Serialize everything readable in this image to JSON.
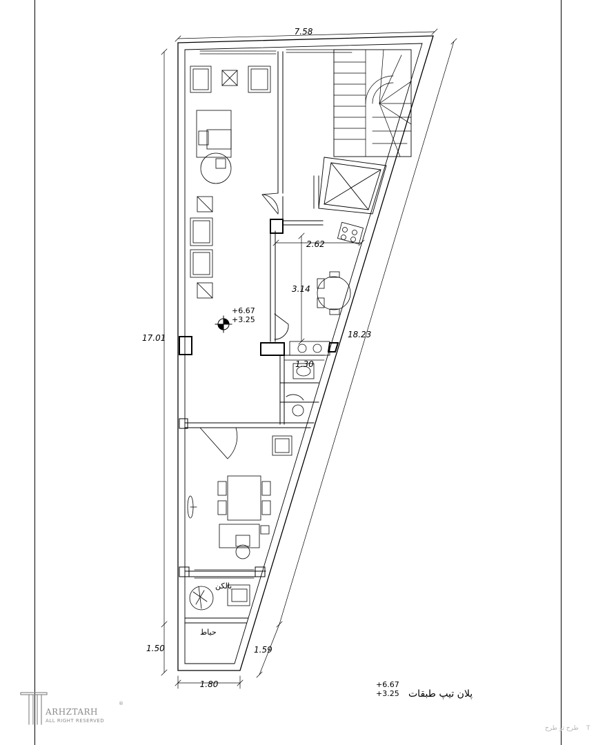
{
  "dimensions": {
    "top_width": "7.58",
    "left_height": "17.01",
    "bottom_left_height": "1.50",
    "bottom_width": "1.80",
    "diagonal_length": "18.23",
    "diagonal_bottom": "1.59",
    "kitchen_width": "2.62",
    "kitchen_depth": "3.14",
    "service_width": "1.30"
  },
  "level_marker": {
    "upper": "+6.67",
    "lower": "+3.25"
  },
  "rooms": {
    "balcony": "بالکن",
    "courtyard": "حیاط"
  },
  "title_block": {
    "level_upper": "+6.67",
    "level_lower": "+3.25",
    "title": "پلان تیپ طبقات"
  },
  "logo": {
    "name": "ARHZTARH",
    "tagline": "ALL RIGHT RESERVED",
    "registered": "®"
  },
  "watermark": {
    "text": "طرح تو طرح"
  },
  "colors": {
    "line": "#000000",
    "logo": "#8a8a8a",
    "watermark": "#b5b5b5"
  }
}
